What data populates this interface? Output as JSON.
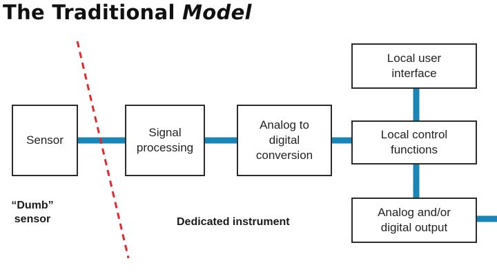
{
  "title": {
    "prefix": "The Traditional ",
    "emph": "Model"
  },
  "boxes": {
    "sensor": "Sensor",
    "signal": "Signal processing",
    "adc": "Analog to digital conversion",
    "ui": "Local user interface",
    "control": "Local control functions",
    "output": "Analog and/or digital output"
  },
  "labels": {
    "dumb_quote": "“Dumb”",
    "dumb_word": "sensor",
    "dedicated": "Dedicated instrument"
  },
  "colors": {
    "connector": "#1a86b8",
    "divider": "#e8262a",
    "border": "#2b2b2b"
  }
}
